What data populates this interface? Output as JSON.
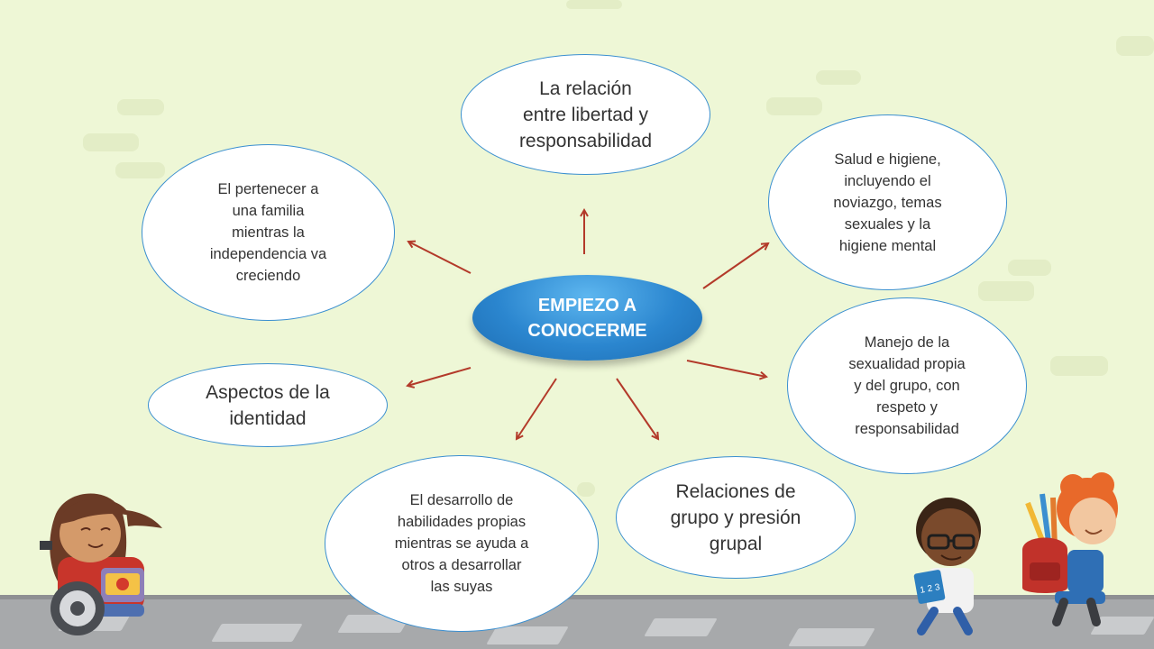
{
  "center": {
    "label": "EMPIEZO A\nCONOCERME"
  },
  "bubbles": {
    "top": "La relación\nentre libertad y\nresponsabilidad",
    "upper_left": "El pertenecer a\nuna familia\nmientras la\nindependencia va\ncreciendo",
    "upper_right": "Salud e higiene,\nincluyendo el\nnoviazgo, temas\nsexuales y la\nhigiene mental",
    "mid_right": "Manejo de la\nsexualidad propia\ny del grupo, con\nrespeto y\nresponsabilidad",
    "mid_left": "Aspectos de la\nidentidad",
    "bottom_left": "El desarrollo de\nhabilidades propias\nmientras se ayuda a\notros a desarrollar\nlas suyas",
    "bottom_right": "Relaciones de\ngrupo y presión\ngrupal"
  },
  "colors": {
    "arrow": "#b33a2a",
    "bubble_border": "#3a8fd0",
    "center_fill": "#2b86cf",
    "background": "#eef7d6"
  },
  "decor": {
    "book_label": "1 2 3"
  }
}
